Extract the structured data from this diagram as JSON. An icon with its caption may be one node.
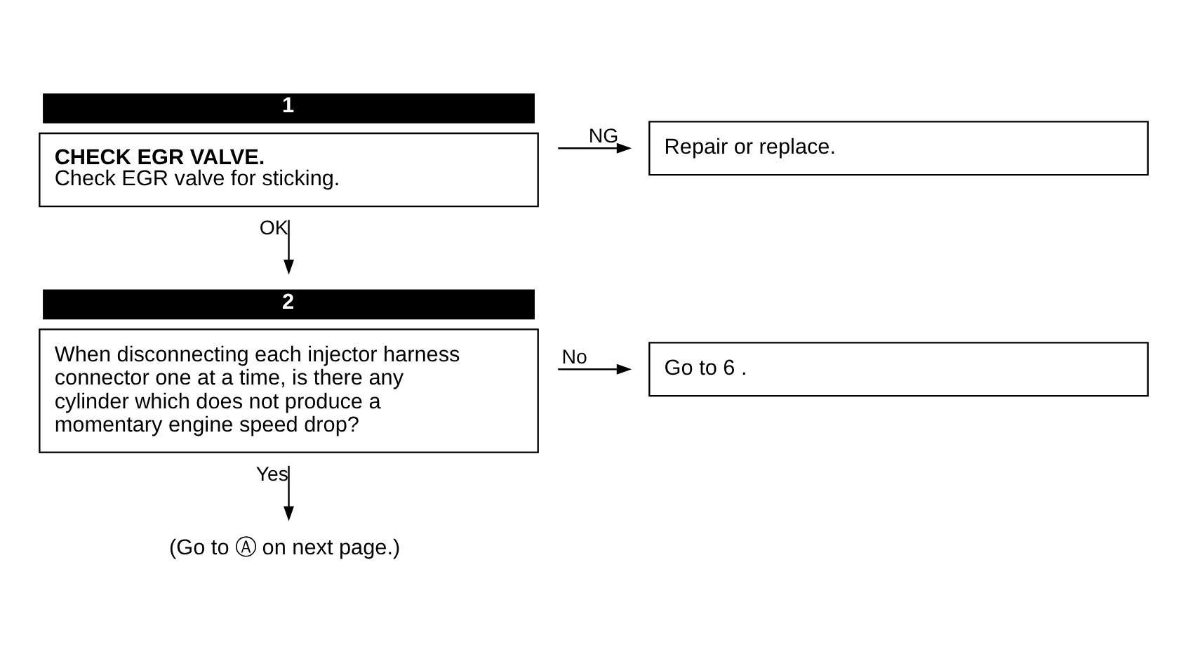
{
  "diagram": {
    "nodes": [
      {
        "text": [
          "CHECK EGR VALVE.",
          "Check EGR valve for sticking."
        ],
        "beside": [
          "1"
        ]
      },
      {
        "text": [
          "Repair or replace."
        ]
      },
      {
        "text": [
          "When disconnecting each injector harness connector one at a time, is there any cylinder which does not produce a momentary engine speed drop?"
        ],
        "beside": [
          "2"
        ]
      },
      {
        "text": [
          "Go to 6 ."
        ]
      },
      {
        "text": [
          "(Go to Ⓐ on next page.)"
        ]
      }
    ],
    "edges": [
      {
        "from": 0,
        "to": 1,
        "arrow": "to",
        "label": "NG"
      },
      {
        "from": 0,
        "to": 2,
        "arrow": "to",
        "label": "OK"
      },
      {
        "from": 2,
        "to": 3,
        "arrow": "to",
        "label": "No"
      },
      {
        "from": 2,
        "to": 4,
        "arrow": "to",
        "label": "Yes"
      }
    ]
  }
}
